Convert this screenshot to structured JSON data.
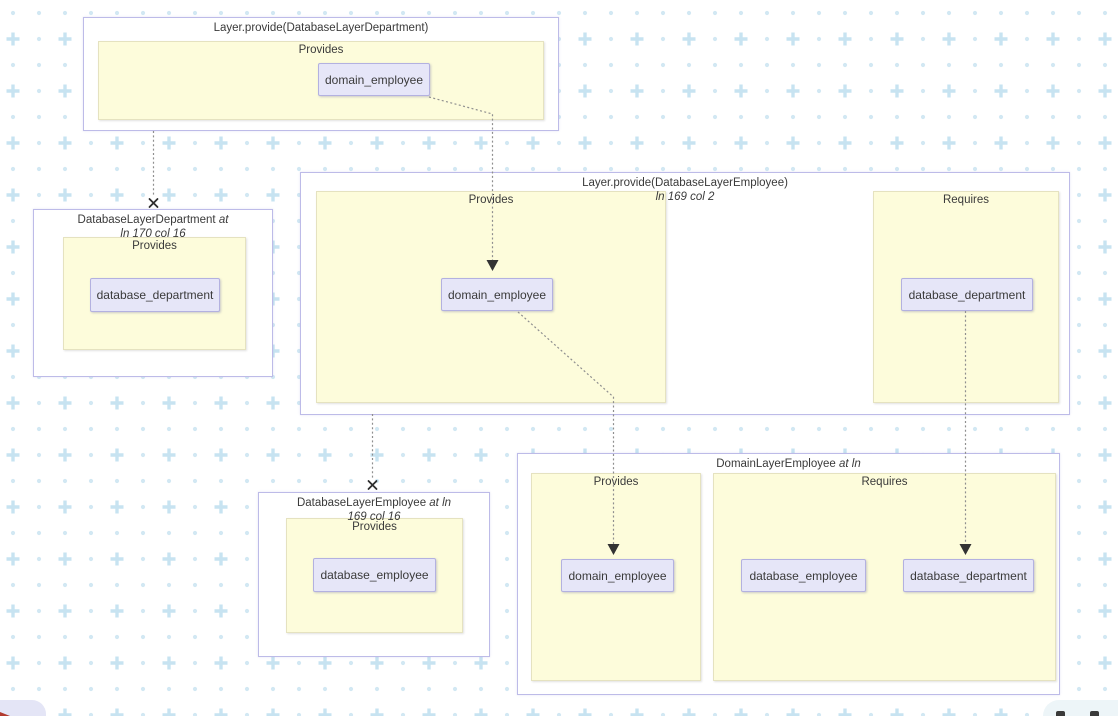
{
  "app": {
    "kind": "layer-dependency-diagram"
  },
  "background": {
    "dot_color": "#d2e8f3",
    "plus_color": "#c7e3f1"
  },
  "colors": {
    "group_border": "#bdbbe8",
    "panel_bg": "#fdfcdb",
    "node_bg": "#e6e6f8",
    "node_border": "#b3b1e0",
    "edge": "#8f8f8f",
    "marker": "#2d2d2d"
  },
  "groups": [
    {
      "name": "Layer.provide(DatabaseLayerDepartment)",
      "loc": "",
      "loc2": "",
      "sections": [
        {
          "label": "Provides",
          "nodes": [
            {
              "label": "domain_employee"
            }
          ]
        }
      ]
    },
    {
      "name": "DatabaseLayerDepartment",
      "loc": " at",
      "loc2": "ln 170 col 16",
      "sections": [
        {
          "label": "Provides",
          "nodes": [
            {
              "label": "database_department"
            }
          ]
        }
      ]
    },
    {
      "name": "Layer.provide(DatabaseLayerEmployee)",
      "loc": "",
      "loc2": "ln 169 col 2",
      "sections": [
        {
          "label": "Provides",
          "nodes": [
            {
              "label": "domain_employee"
            }
          ]
        },
        {
          "label": "Requires",
          "nodes": [
            {
              "label": "database_department"
            }
          ]
        }
      ]
    },
    {
      "name": "DatabaseLayerEmployee",
      "loc": " at ln",
      "loc2": "169 col 16",
      "sections": [
        {
          "label": "Provides",
          "nodes": [
            {
              "label": "database_employee"
            }
          ]
        }
      ]
    },
    {
      "name": "DomainLayerEmployee",
      "loc": " at ln",
      "loc2": "",
      "sections": [
        {
          "label": "Provides",
          "nodes": [
            {
              "label": "domain_employee"
            }
          ]
        },
        {
          "label": "Requires",
          "nodes": [
            {
              "label": "database_employee"
            },
            {
              "label": "database_department"
            }
          ]
        }
      ]
    }
  ],
  "edges": [
    {
      "from": "Layer.provide(DatabaseLayerDepartment)",
      "to": "DatabaseLayerDepartment",
      "style": "dotted",
      "end": "cross"
    },
    {
      "from": "Layer.provide(DatabaseLayerDepartment)/Provides/domain_employee",
      "to": "Layer.provide(DatabaseLayerEmployee)/Provides/domain_employee",
      "style": "dotted",
      "end": "arrow"
    },
    {
      "from": "Layer.provide(DatabaseLayerEmployee)",
      "to": "DatabaseLayerEmployee",
      "style": "dotted",
      "end": "cross"
    },
    {
      "from": "Layer.provide(DatabaseLayerEmployee)/Provides/domain_employee",
      "to": "DomainLayerEmployee/Provides/domain_employee",
      "style": "dotted",
      "end": "arrow"
    },
    {
      "from": "Layer.provide(DatabaseLayerEmployee)/Requires/database_department",
      "to": "DomainLayerEmployee/Requires/database_department",
      "style": "dotted",
      "end": "arrow"
    }
  ]
}
